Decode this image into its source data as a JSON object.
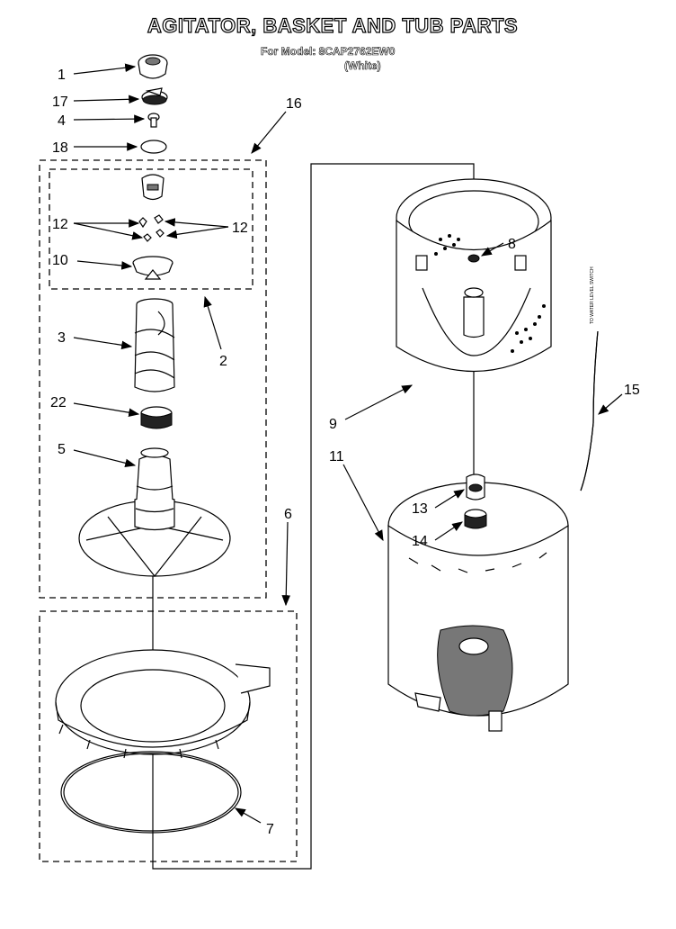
{
  "title": "AGITATOR, BASKET AND TUB PARTS",
  "model_line": "For Model: 8CAP2762EW0",
  "color_note": "(White)",
  "side_note": "TO WATER LEVEL SWITCH",
  "callouts": {
    "c1": "1",
    "c17": "17",
    "c4": "4",
    "c18": "18",
    "c16": "16",
    "c12a": "12",
    "c12b": "12",
    "c10": "10",
    "c3": "3",
    "c2": "2",
    "c22": "22",
    "c5": "5",
    "c6": "6",
    "c7": "7",
    "c8": "8",
    "c9": "9",
    "c11": "11",
    "c13": "13",
    "c14": "14",
    "c15": "15"
  }
}
